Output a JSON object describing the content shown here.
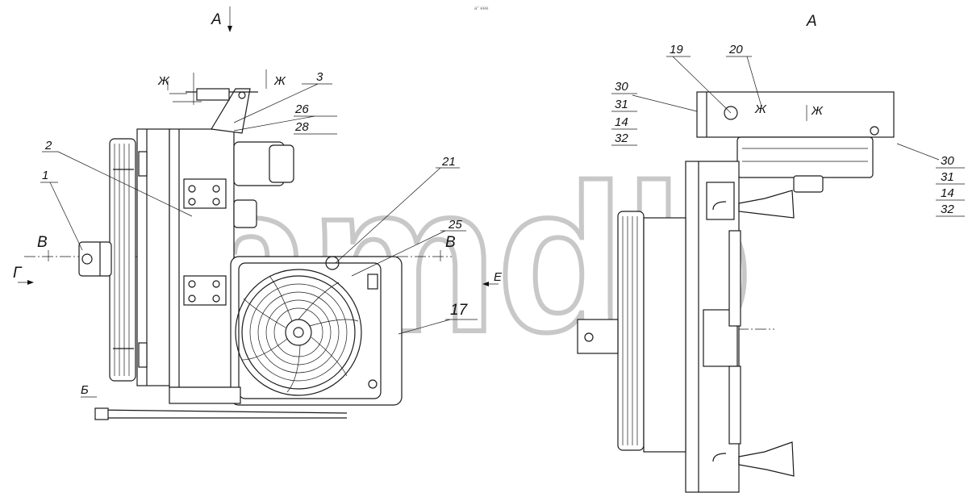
{
  "watermark": "amdb",
  "top_mark": "a° eee",
  "view_labels": {
    "view_a_left": "А",
    "view_a_right": "А",
    "section_zh_left": "Ж",
    "section_zh_right": "Ж",
    "section_zh_r1": "Ж",
    "section_zh_r2": "Ж",
    "section_v_left": "В",
    "section_v_right": "В",
    "view_g": "Г",
    "view_e": "Е",
    "view_b": "Б"
  },
  "callouts_left": {
    "c1": "1",
    "c2": "2",
    "c3": "3",
    "c26": "26",
    "c28": "28",
    "c21": "21",
    "c25": "25",
    "c17": "17"
  },
  "callouts_right": {
    "c19": "19",
    "c20": "20",
    "stack_left": [
      "30",
      "31",
      "14",
      "32"
    ],
    "stack_right": [
      "30",
      "31",
      "14",
      "32"
    ]
  }
}
